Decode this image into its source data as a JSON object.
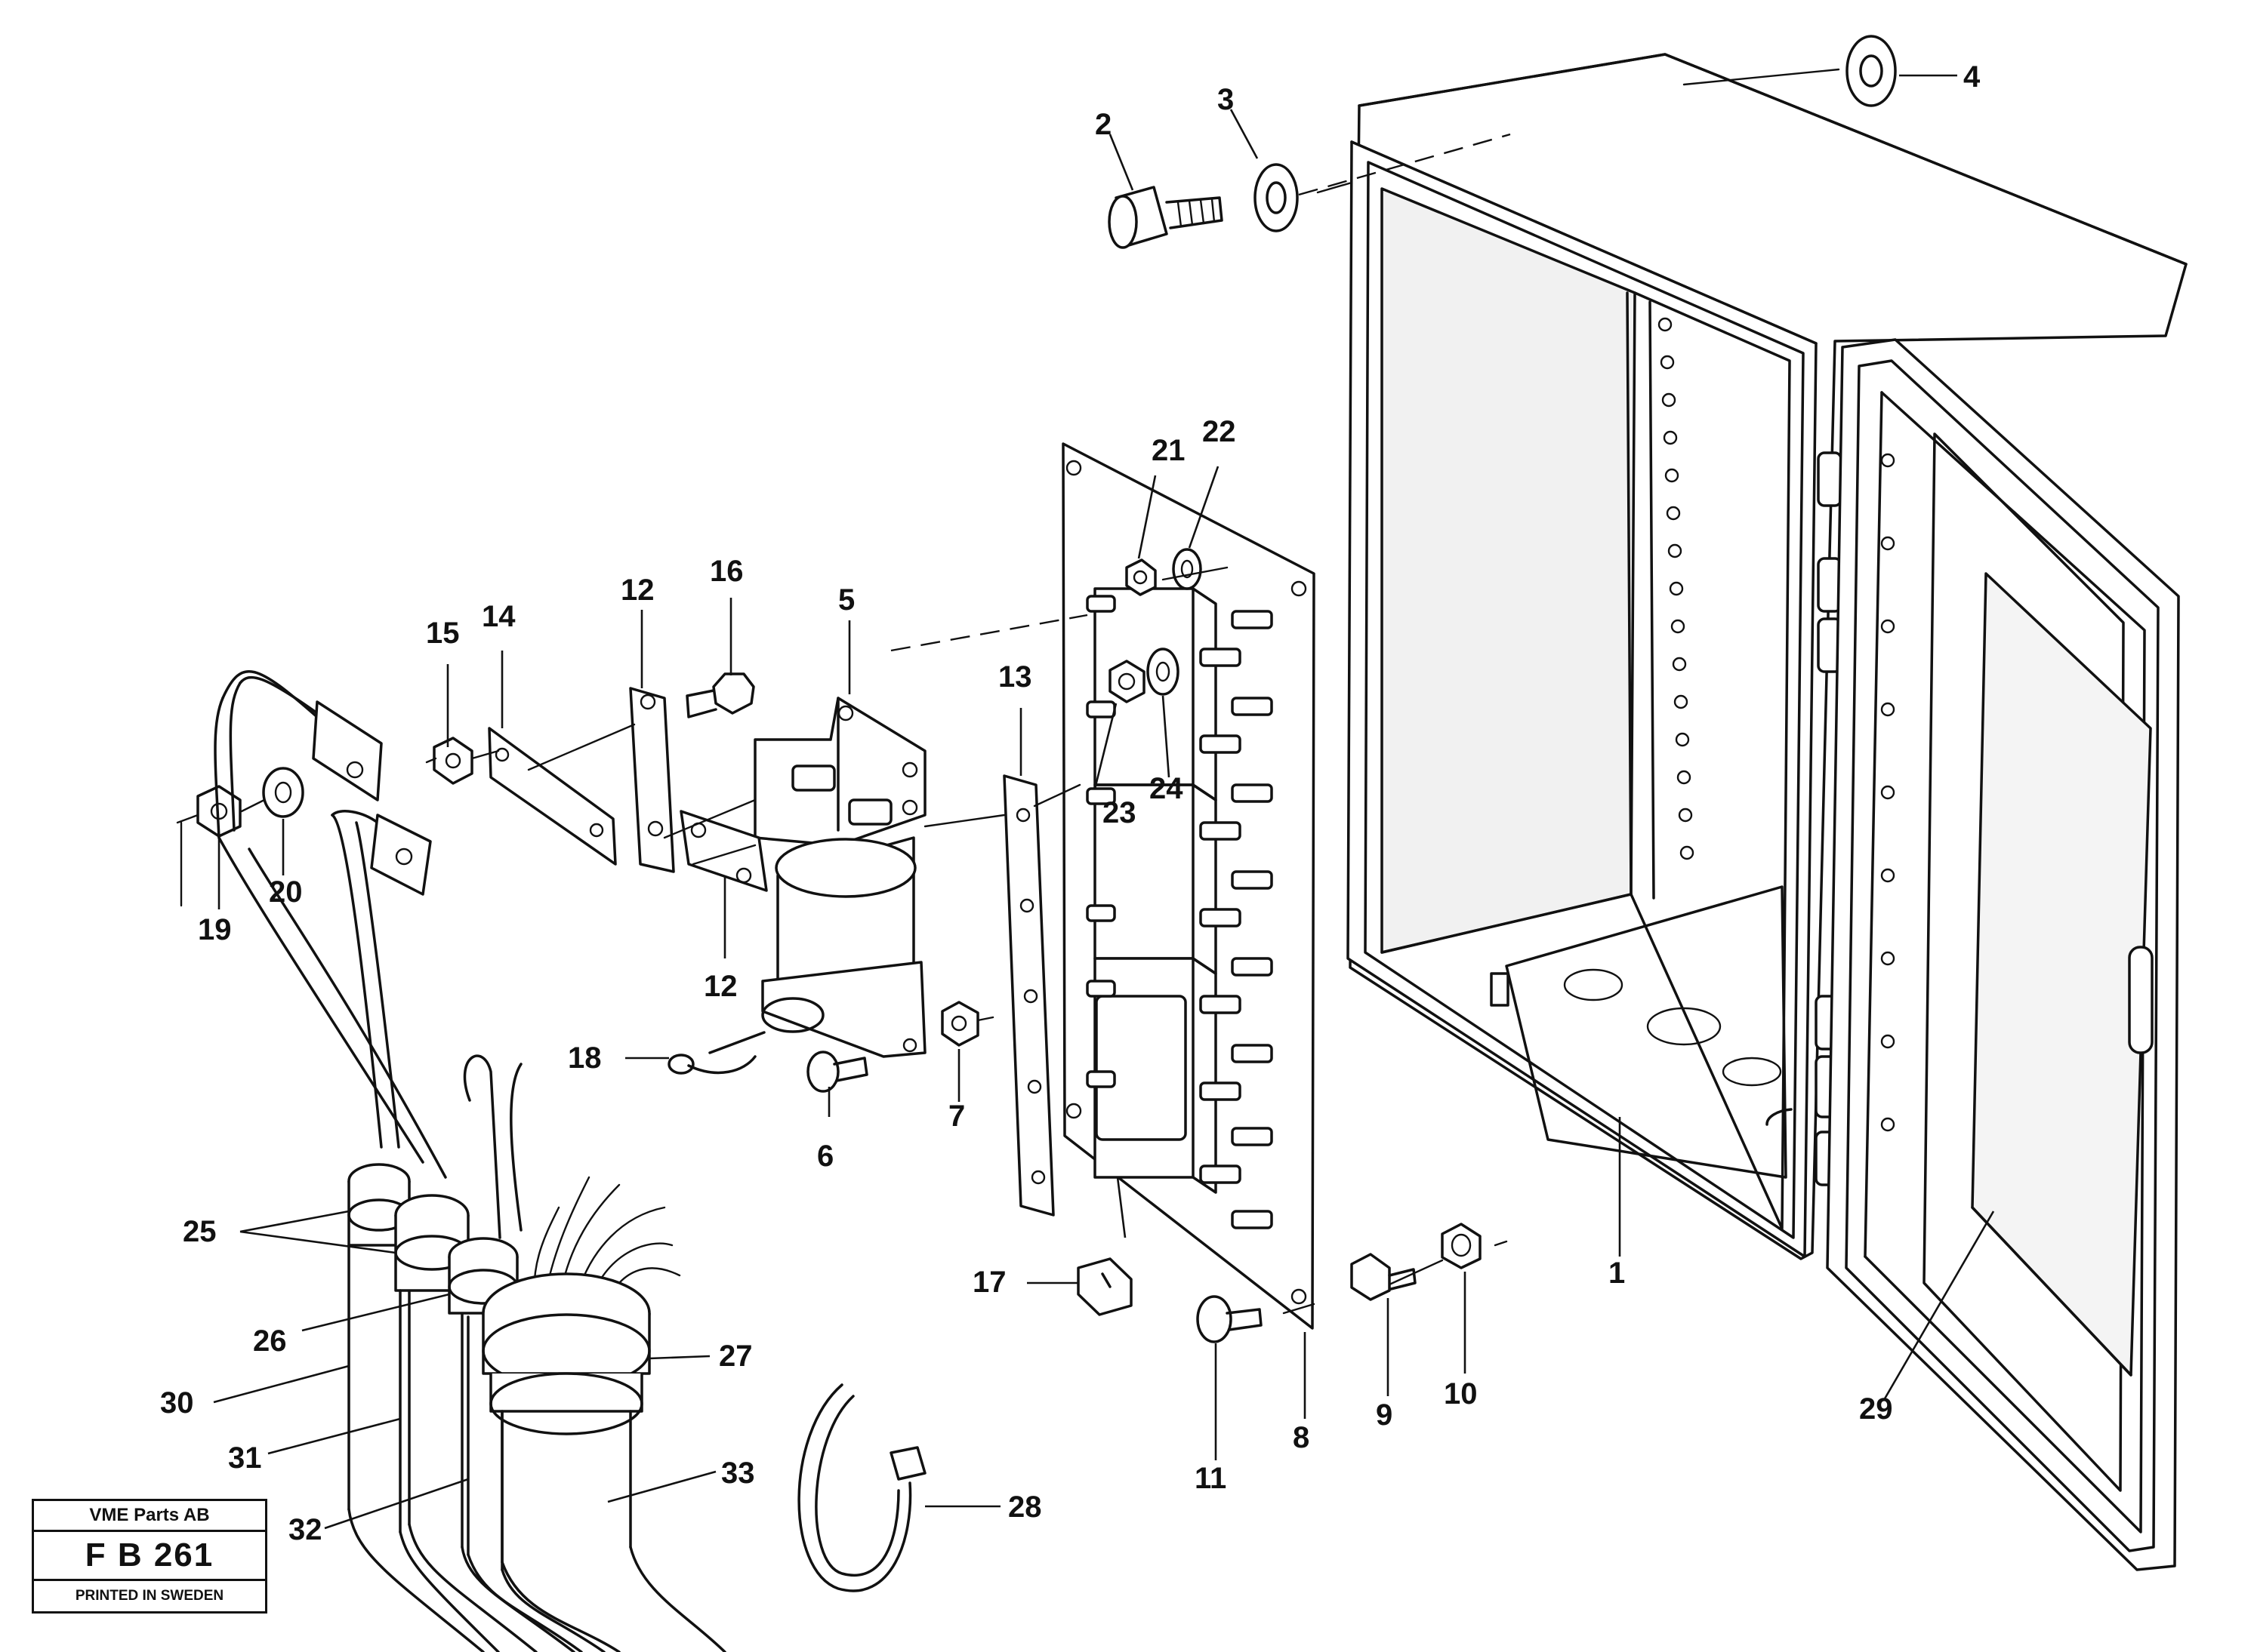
{
  "callouts": [
    {
      "id": "1",
      "label": "1"
    },
    {
      "id": "2",
      "label": "2"
    },
    {
      "id": "3",
      "label": "3"
    },
    {
      "id": "4",
      "label": "4"
    },
    {
      "id": "5",
      "label": "5"
    },
    {
      "id": "6",
      "label": "6"
    },
    {
      "id": "7",
      "label": "7"
    },
    {
      "id": "8",
      "label": "8"
    },
    {
      "id": "9",
      "label": "9"
    },
    {
      "id": "10",
      "label": "10"
    },
    {
      "id": "11",
      "label": "11"
    },
    {
      "id": "12a",
      "label": "12"
    },
    {
      "id": "12b",
      "label": "12"
    },
    {
      "id": "13",
      "label": "13"
    },
    {
      "id": "14",
      "label": "14"
    },
    {
      "id": "15",
      "label": "15"
    },
    {
      "id": "16",
      "label": "16"
    },
    {
      "id": "17",
      "label": "17"
    },
    {
      "id": "18",
      "label": "18"
    },
    {
      "id": "19",
      "label": "19"
    },
    {
      "id": "20",
      "label": "20"
    },
    {
      "id": "21",
      "label": "21"
    },
    {
      "id": "22",
      "label": "22"
    },
    {
      "id": "23",
      "label": "23"
    },
    {
      "id": "24",
      "label": "24"
    },
    {
      "id": "25",
      "label": "25"
    },
    {
      "id": "26",
      "label": "26"
    },
    {
      "id": "27",
      "label": "27"
    },
    {
      "id": "28",
      "label": "28"
    },
    {
      "id": "29",
      "label": "29"
    },
    {
      "id": "30",
      "label": "30"
    },
    {
      "id": "31",
      "label": "31"
    },
    {
      "id": "32",
      "label": "32"
    },
    {
      "id": "33",
      "label": "33"
    }
  ],
  "title_block": {
    "company": "VME Parts AB",
    "code": "F B 261",
    "printed": "PRINTED IN SWEDEN"
  }
}
